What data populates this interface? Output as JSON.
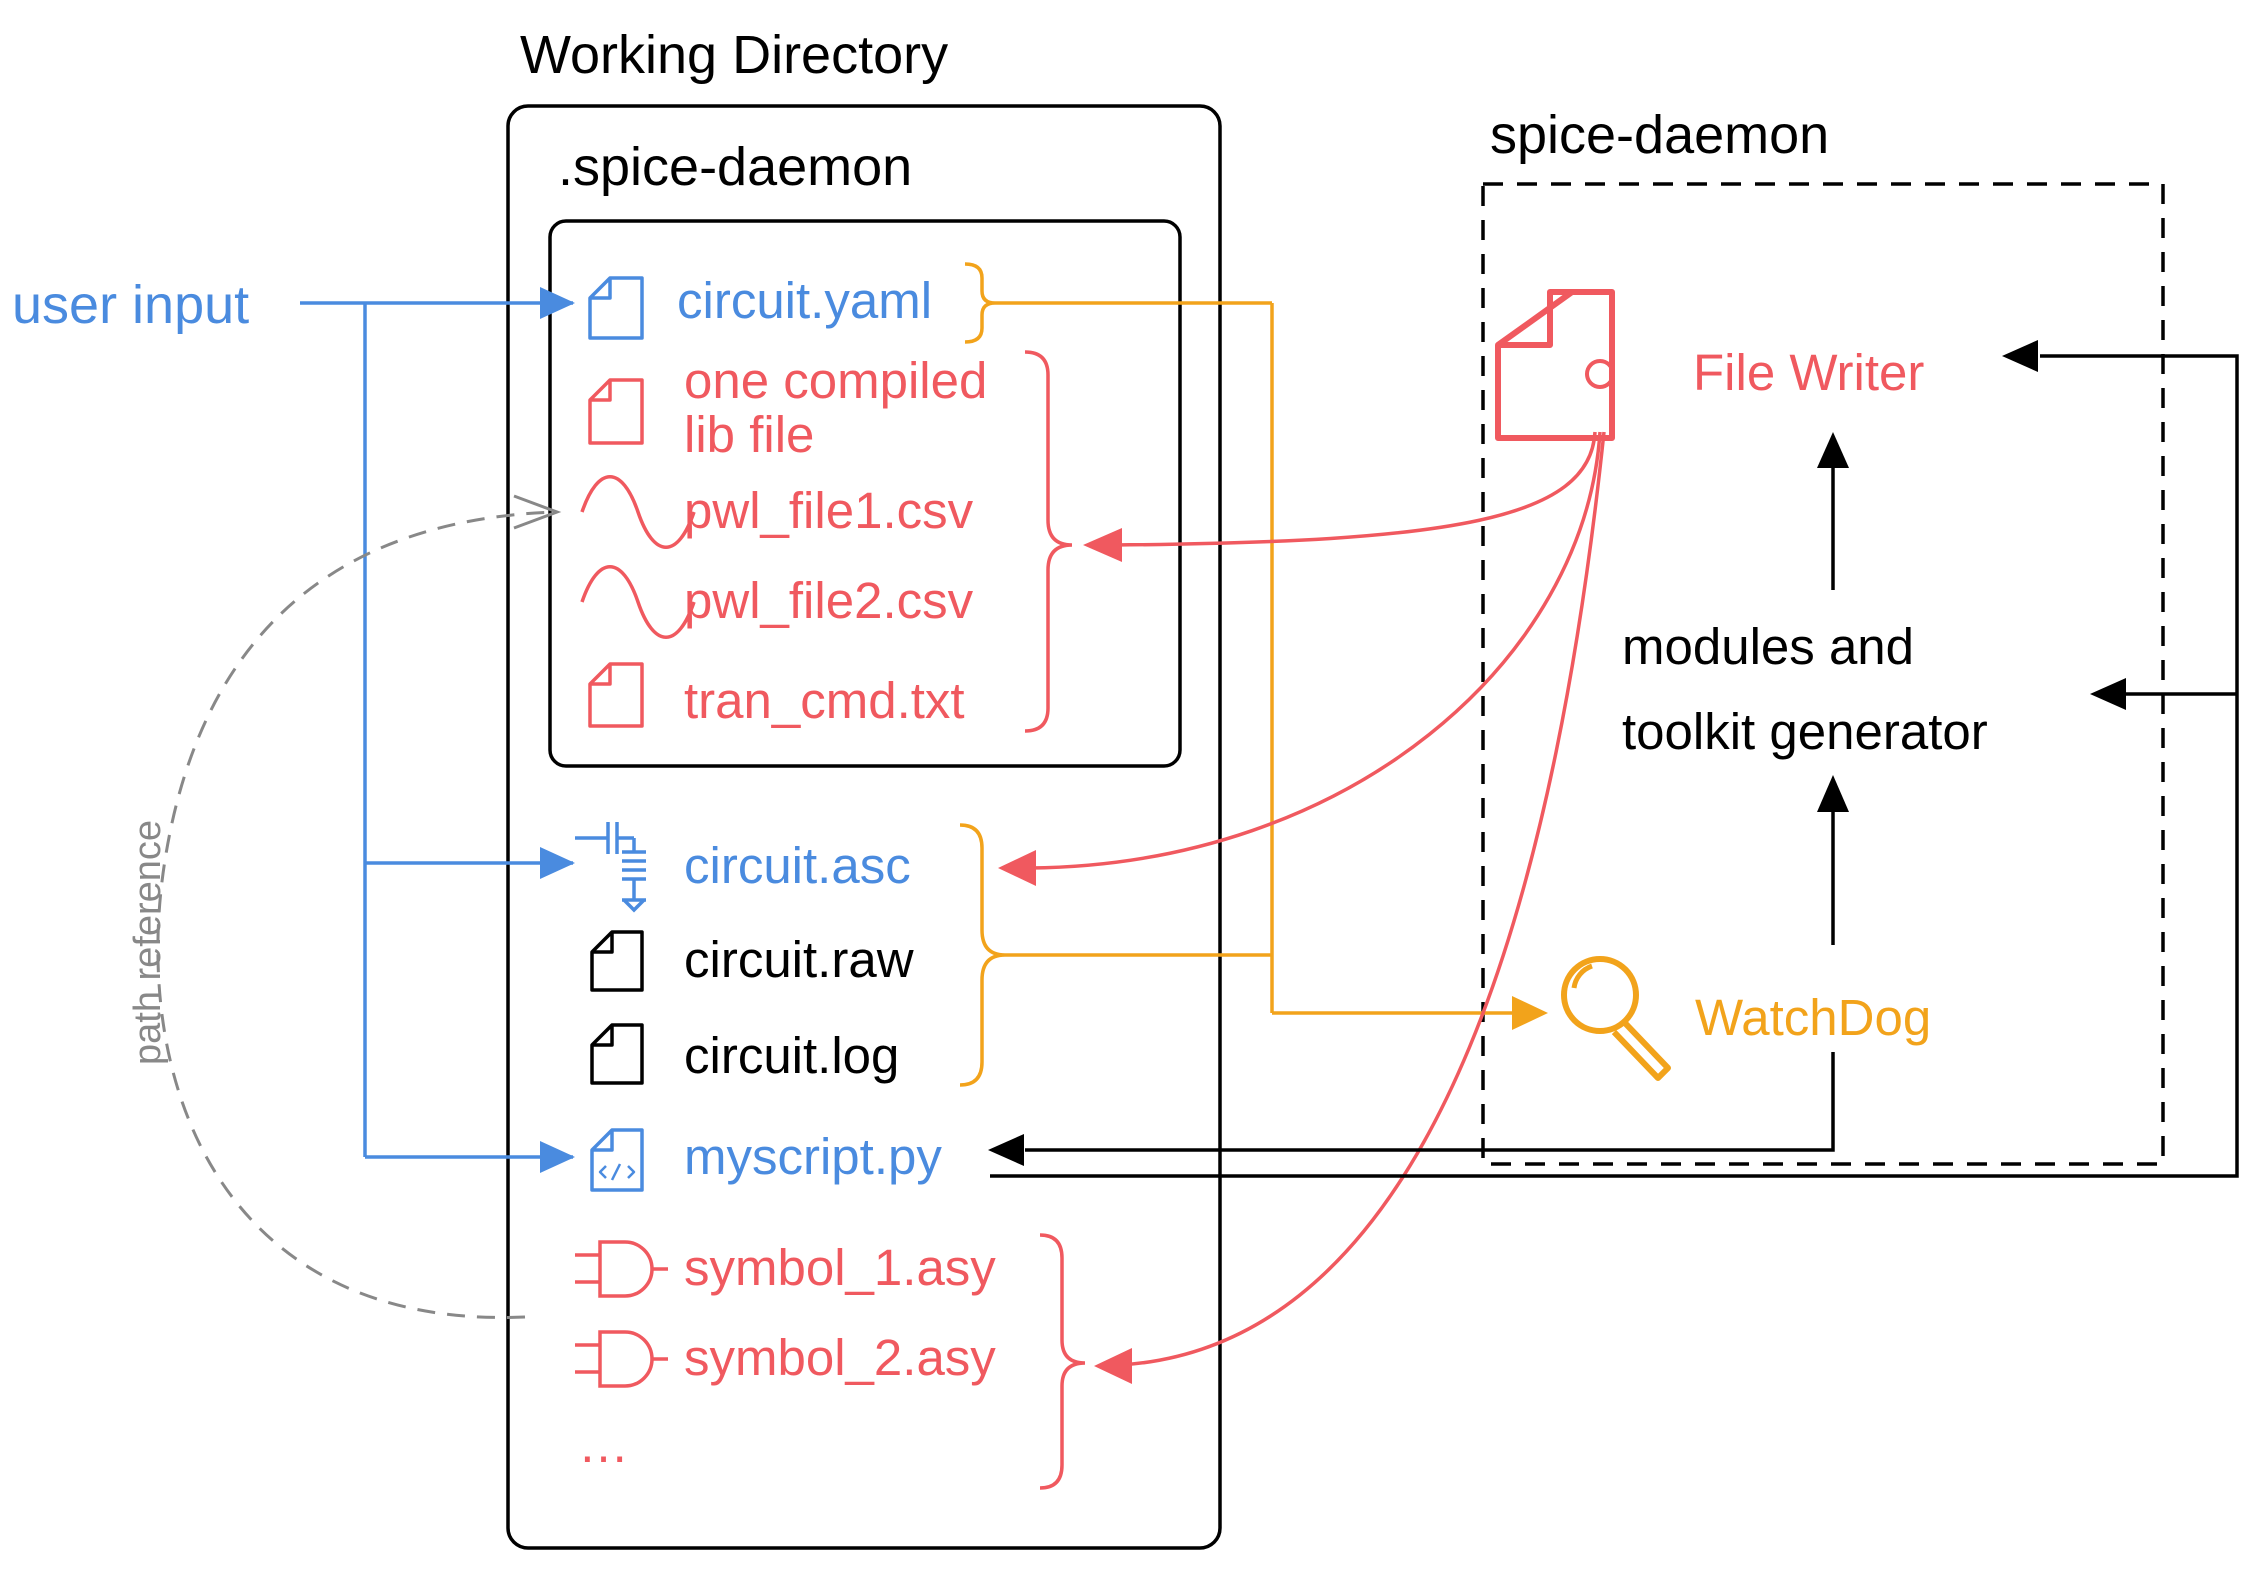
{
  "colors": {
    "blue": "#4A8BDF",
    "red": "#F0595F",
    "orange": "#F2A31B",
    "black": "#000000",
    "gray": "#888888"
  },
  "working_directory": {
    "title": "Working Directory",
    "hidden_folder": ".spice-daemon",
    "files": {
      "circuit_yaml": "circuit.yaml",
      "compiled_lib_line1": "one compiled",
      "compiled_lib_line2": "lib file",
      "pwl_file1": "pwl_file1.csv",
      "pwl_file2": "pwl_file2.csv",
      "tran_cmd": "tran_cmd.txt",
      "circuit_asc": "circuit.asc",
      "circuit_raw": "circuit.raw",
      "circuit_log": "circuit.log",
      "myscript": "myscript.py",
      "symbol_1": "symbol_1.asy",
      "symbol_2": "symbol_2.asy",
      "ellipsis": "…"
    }
  },
  "spice_daemon": {
    "title": "spice-daemon",
    "file_writer": "File Writer",
    "modules_line1": "modules and",
    "modules_line2": "toolkit generator",
    "watchdog": "WatchDog"
  },
  "left": {
    "user_input": "user input",
    "path_reference": "path reference"
  },
  "icons": {
    "yaml": "document-icon",
    "lib": "document-icon",
    "pwl": "sine-wave-icon",
    "asc": "schematic-icon",
    "raw": "document-icon",
    "log": "document-icon",
    "script": "code-file-icon",
    "symbol": "and-gate-icon",
    "file_writer": "file-writer-icon",
    "watchdog": "magnifier-icon"
  }
}
